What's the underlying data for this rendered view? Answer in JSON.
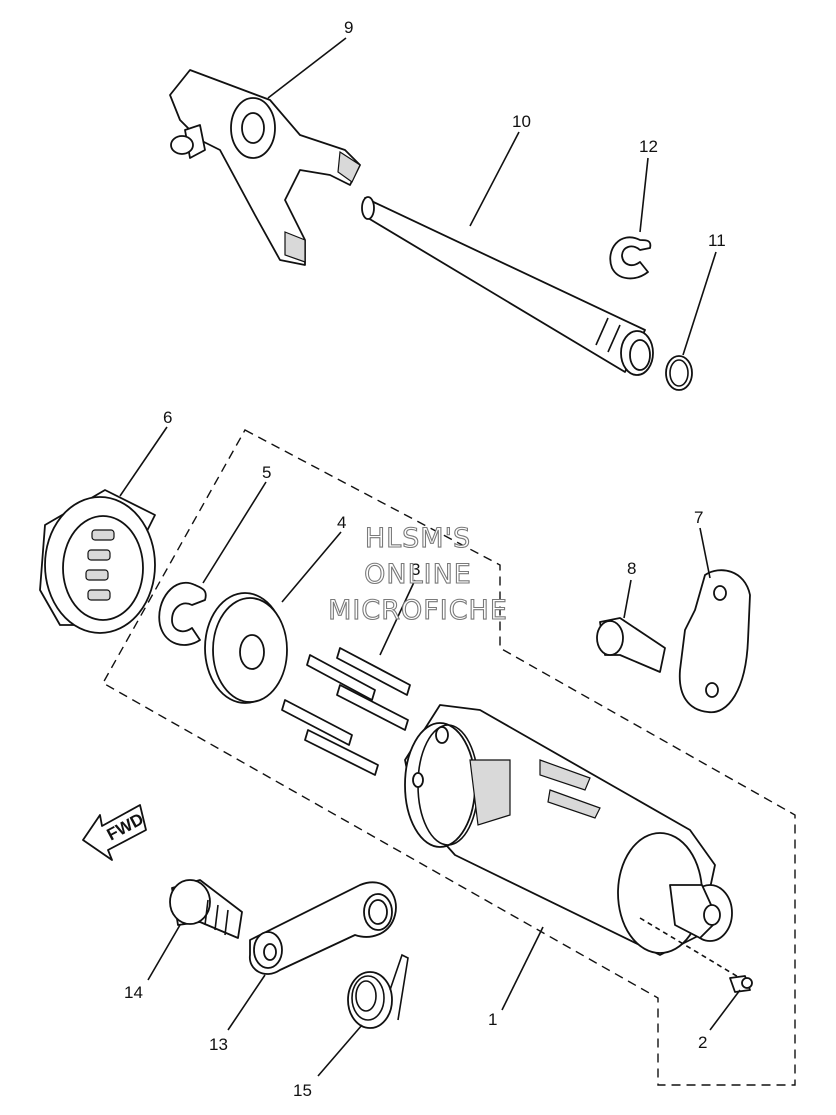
{
  "labels": {
    "p1": "1",
    "p2": "2",
    "p3": "3",
    "p4": "4",
    "p5": "5",
    "p6": "6",
    "p7": "7",
    "p8": "8",
    "p9": "9",
    "p10": "10",
    "p11": "11",
    "p12": "12",
    "p13": "13",
    "p14": "14",
    "p15": "15"
  },
  "fwd_arrow": "FWD",
  "watermark": {
    "line1": "HLSM'S",
    "line2": "ONLINE",
    "line3": "MICROFICHE"
  }
}
